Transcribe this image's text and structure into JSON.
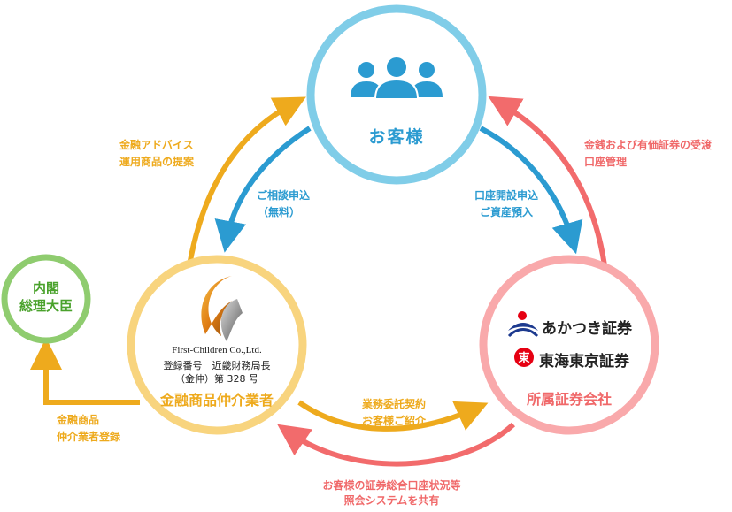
{
  "nodes": {
    "customer": {
      "title": "お客様"
    },
    "cabinet": {
      "line1": "内閣",
      "line2": "総理大臣"
    },
    "broker": {
      "company": "First-Children Co.,Ltd.",
      "registration_line1": "登録番号　近畿財務局長",
      "registration_line2": "（金仲）第 328 号",
      "title": "金融商品仲介業者"
    },
    "securities": {
      "brand1": "あかつき証券",
      "brand2": "東海東京証券",
      "title": "所属証券会社"
    }
  },
  "arrows": {
    "advice": {
      "line1": "金融アドバイス",
      "line2": "運用商品の提案"
    },
    "consult": {
      "line1": "ご相談申込",
      "line2": "（無料）"
    },
    "account": {
      "line1": "口座開設申込",
      "line2": "ご資産預入"
    },
    "custody": {
      "line1": "金銭および有価証券の受渡",
      "line2": "口座管理"
    },
    "registration": {
      "line1": "金融商品",
      "line2": "仲介業者登録"
    },
    "outsourcing": {
      "line1": "業務委託契約",
      "line2": "お客様ご紹介"
    },
    "sharing": {
      "line1": "お客様の証券総合口座状況等",
      "line2": "照会システムを共有"
    }
  },
  "colors": {
    "customer_ring": "#80cde8",
    "broker_ring": "#f8d47e",
    "securities_ring": "#f9a9ab",
    "cabinet_ring": "#8fcc6f",
    "orange_arrow": "#eeaa1d",
    "blue_arrow": "#2b9bd1",
    "red_arrow": "#f26b6c",
    "cabinet_text": "#4aa22c",
    "brand_red": "#e60012"
  }
}
